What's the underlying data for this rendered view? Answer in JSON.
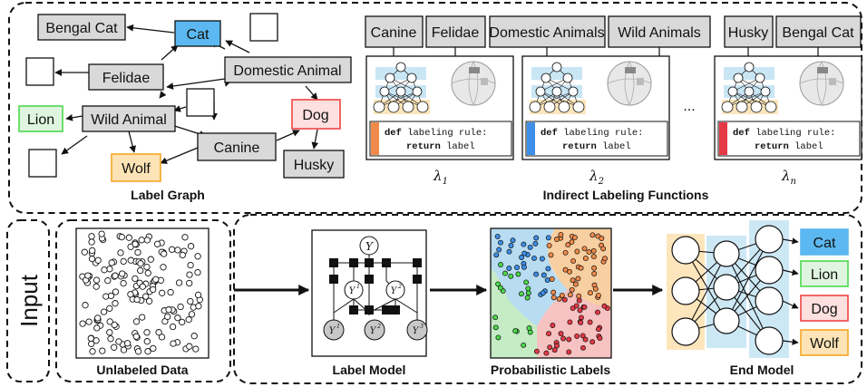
{
  "label_graph": {
    "caption": "Label Graph",
    "nodes": {
      "bengal_cat": "Bengal Cat",
      "cat": "Cat",
      "felidae": "Felidae",
      "domestic_animal": "Domestic Animal",
      "lion": "Lion",
      "wild_animal": "Wild Animal",
      "dog": "Dog",
      "canine": "Canine",
      "wolf": "Wolf",
      "husky": "Husky"
    },
    "colors": {
      "cat": "#5bb8f0",
      "lion": "#4cd84c",
      "dog": "#ee4444",
      "wolf": "#f5a623",
      "grey": "#d9d9d9"
    }
  },
  "ilf": {
    "caption": "Indirect Labeling Functions",
    "labels": [
      "Canine",
      "Felidae",
      "Domestic Animals",
      "Wild Animals",
      "Husky",
      "Bengal Cat"
    ],
    "code_line1_kw": "def",
    "code_line1_rest": "labeling rule:",
    "code_line2_kw": "return",
    "code_line2_rest": "label",
    "ellipsis": "...",
    "lambda_symbol": "λ",
    "subscripts": [
      "1",
      "2",
      "n"
    ],
    "bar_colors": [
      "#f08a4b",
      "#3d8fe8",
      "#e63946"
    ]
  },
  "input": {
    "label": "Input"
  },
  "unlabeled": {
    "caption": "Unlabeled Data"
  },
  "label_model": {
    "caption": "Label Model",
    "y": "Y",
    "y1": "Y",
    "y2": "Y",
    "sup1": "1",
    "sup2": "2",
    "bottom": [
      "Y",
      "Y",
      "Y"
    ],
    "bottom_sup": [
      "1",
      "2",
      "3"
    ]
  },
  "prob_labels": {
    "caption": "Probabilistic Labels"
  },
  "end_model": {
    "caption": "End Model",
    "outputs": [
      "Cat",
      "Lion",
      "Dog",
      "Wolf"
    ],
    "output_colors": [
      "#5bb8f0",
      "#4cd84c",
      "#ee4444",
      "#f5a623"
    ]
  }
}
